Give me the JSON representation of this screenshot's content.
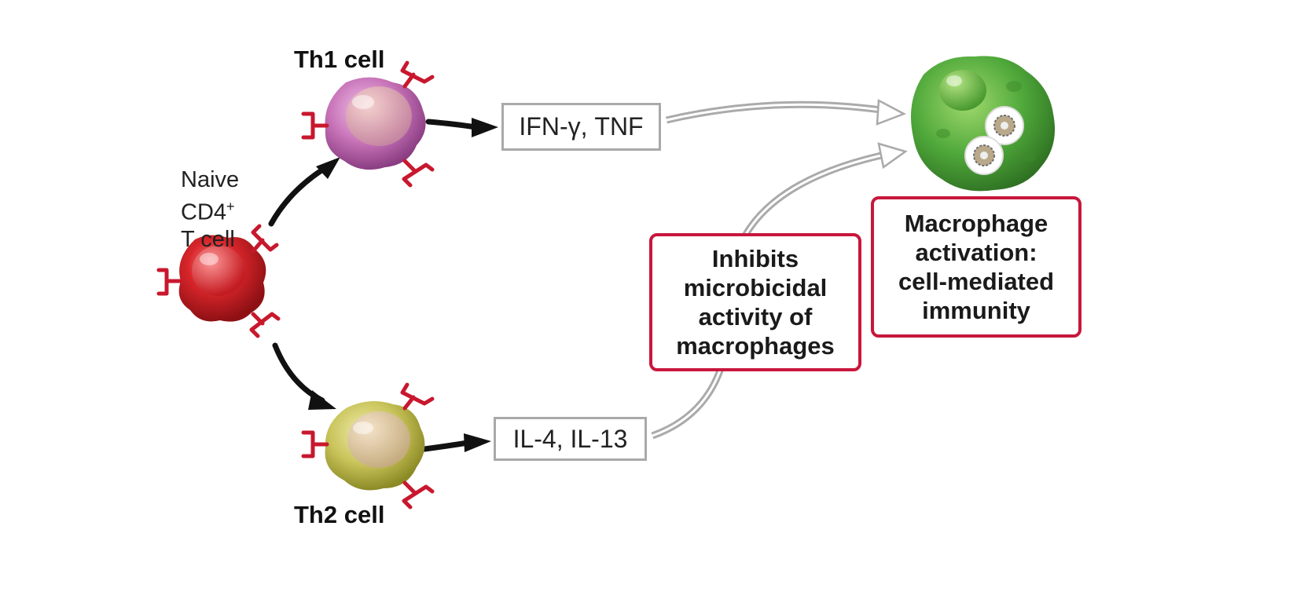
{
  "cells": {
    "naive": {
      "line1": "Naive",
      "line2": "CD4",
      "line2_sup": "+",
      "line3": "T cell"
    },
    "th1": {
      "label": "Th1 cell"
    },
    "th2": {
      "label": "Th2 cell"
    }
  },
  "cytokines": {
    "th1": "IFN-γ, TNF",
    "th2": "IL-4, IL-13"
  },
  "effects": {
    "inhibits": [
      "Inhibits",
      "microbicidal",
      "activity of",
      "macrophages"
    ],
    "activation": [
      "Macrophage",
      "activation:",
      "cell-mediated",
      "immunity"
    ]
  },
  "colors": {
    "naive_cell": "#d4262b",
    "th1_cell": "#c873b8",
    "th2_cell": "#c9c45a",
    "macrophage": "#4fa83a",
    "receptor": "#c8182e",
    "effect_border": "#c8173c",
    "cytokine_border": "#a9a9a9"
  }
}
